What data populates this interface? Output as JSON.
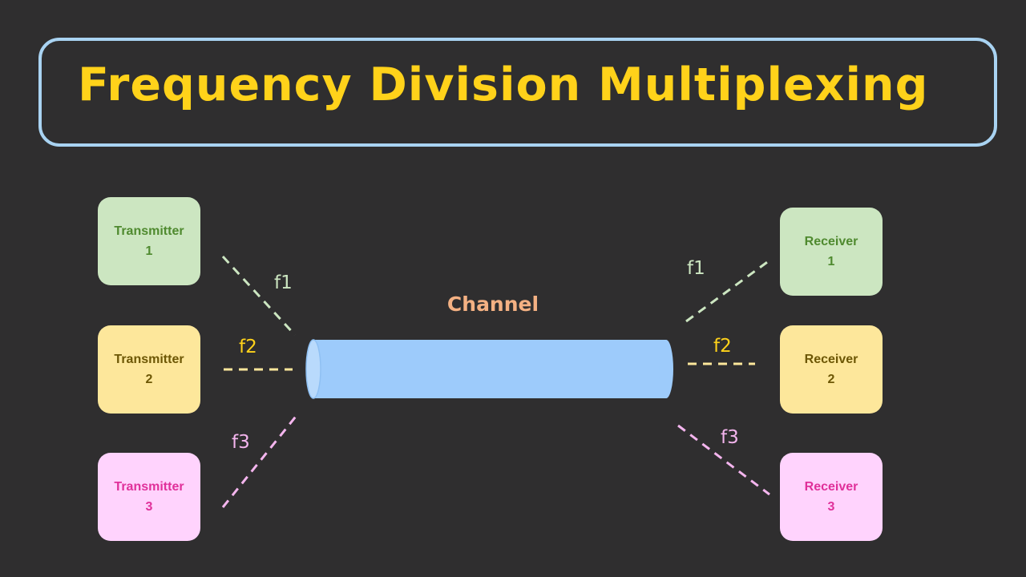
{
  "title": "Frequency Division Multiplexing",
  "channel_label": "Channel",
  "transmitters": [
    {
      "name": "Transmitter",
      "number": "1"
    },
    {
      "name": "Transmitter",
      "number": "2"
    },
    {
      "name": "Transmitter",
      "number": "3"
    }
  ],
  "receivers": [
    {
      "name": "Receiver",
      "number": "1"
    },
    {
      "name": "Receiver",
      "number": "2"
    },
    {
      "name": "Receiver",
      "number": "3"
    }
  ],
  "freq_labels": {
    "left": [
      "f1",
      "f2",
      "f3"
    ],
    "right": [
      "f1",
      "f2",
      "f3"
    ]
  },
  "colors": {
    "background": "#2f2e2f",
    "title": "#ffd21a",
    "frame": "#a9d3f2",
    "channel": "#9dcbfb",
    "channel_label": "#f4b183",
    "f1": "#cce6c1",
    "f2": "#ffd21a",
    "f3": "#f4b5ee"
  }
}
